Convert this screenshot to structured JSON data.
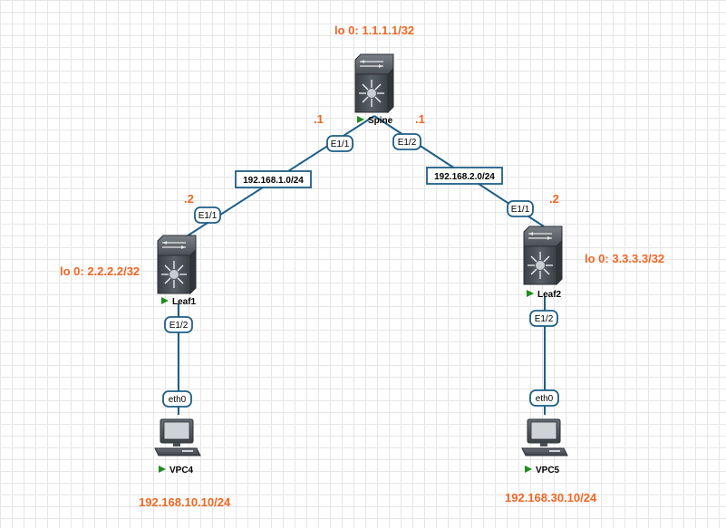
{
  "nodes": {
    "spine": {
      "name": "Spine",
      "loopback": "lo 0: 1.1.1.1/32",
      "ip_left": ".1",
      "ip_right": ".1"
    },
    "leaf1": {
      "name": "Leaf1",
      "loopback": "lo 0: 2.2.2.2/32",
      "ip": ".2"
    },
    "leaf2": {
      "name": "Leaf2",
      "loopback": "lo 0: 3.3.3.3/32",
      "ip": ".2"
    },
    "vpc4": {
      "name": "VPC4",
      "address": "192.168.10.10/24"
    },
    "vpc5": {
      "name": "VPC5",
      "address": "192.168.30.10/24"
    }
  },
  "links": {
    "spine_leaf1": {
      "network": "192.168.1.0/24",
      "port_a": "E1/1",
      "port_b": "E1/1"
    },
    "spine_leaf2": {
      "network": "192.168.2.0/24",
      "port_a": "E1/2",
      "port_b": "E1/1"
    },
    "leaf1_vpc4": {
      "port_a": "E1/2",
      "port_b": "eth0"
    },
    "leaf2_vpc5": {
      "port_a": "E1/2",
      "port_b": "eth0"
    }
  },
  "colors": {
    "link": "#1f5f87",
    "label": "#f26522",
    "play": "#1e8c1e"
  },
  "icons": {
    "switch": "nexus-switch-icon",
    "pc": "pc-icon",
    "status": "play-icon"
  }
}
